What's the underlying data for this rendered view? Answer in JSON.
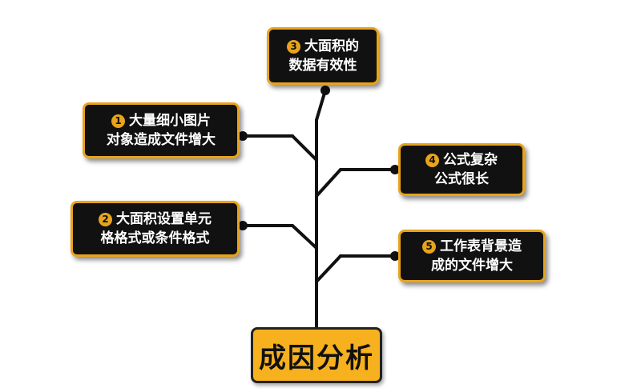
{
  "colors": {
    "accent": "#e8a41a",
    "box_bg": "#111111",
    "root_bg": "#f7b11e",
    "line": "#111111"
  },
  "root": {
    "label": "成因分析"
  },
  "causes": [
    {
      "number": "1",
      "line1": "大量细小图片",
      "line2": "对象造成文件增大"
    },
    {
      "number": "2",
      "line1": "大面积设置单元",
      "line2": "格格式或条件格式"
    },
    {
      "number": "3",
      "line1": "大面积的",
      "line2": "数据有效性"
    },
    {
      "number": "4",
      "line1": "公式复杂",
      "line2": "公式很长"
    },
    {
      "number": "5",
      "line1": "工作表背景造",
      "line2": "成的文件增大"
    }
  ]
}
